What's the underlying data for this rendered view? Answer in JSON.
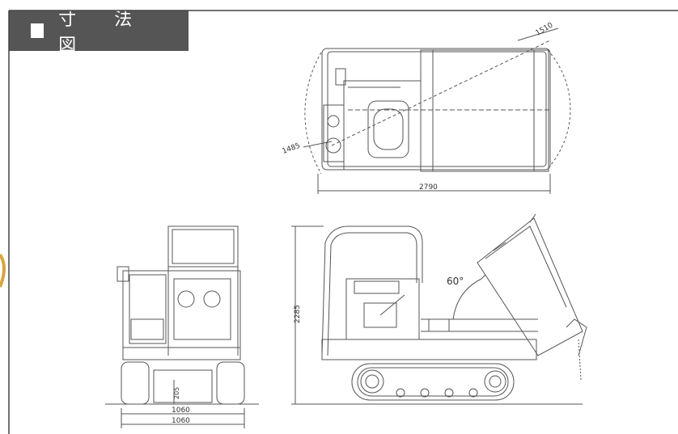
{
  "header": {
    "title": "寸 法 図"
  },
  "top_view": {
    "dim_total_length": "2790",
    "dim_radius_1": "1510",
    "dim_radius_2": "1485"
  },
  "front_view": {
    "dim_ground": "205",
    "dim_width_inner": "1060",
    "dim_width_outer": "1060"
  },
  "side_view": {
    "dim_height": "2285",
    "dim_angle": "60°"
  }
}
